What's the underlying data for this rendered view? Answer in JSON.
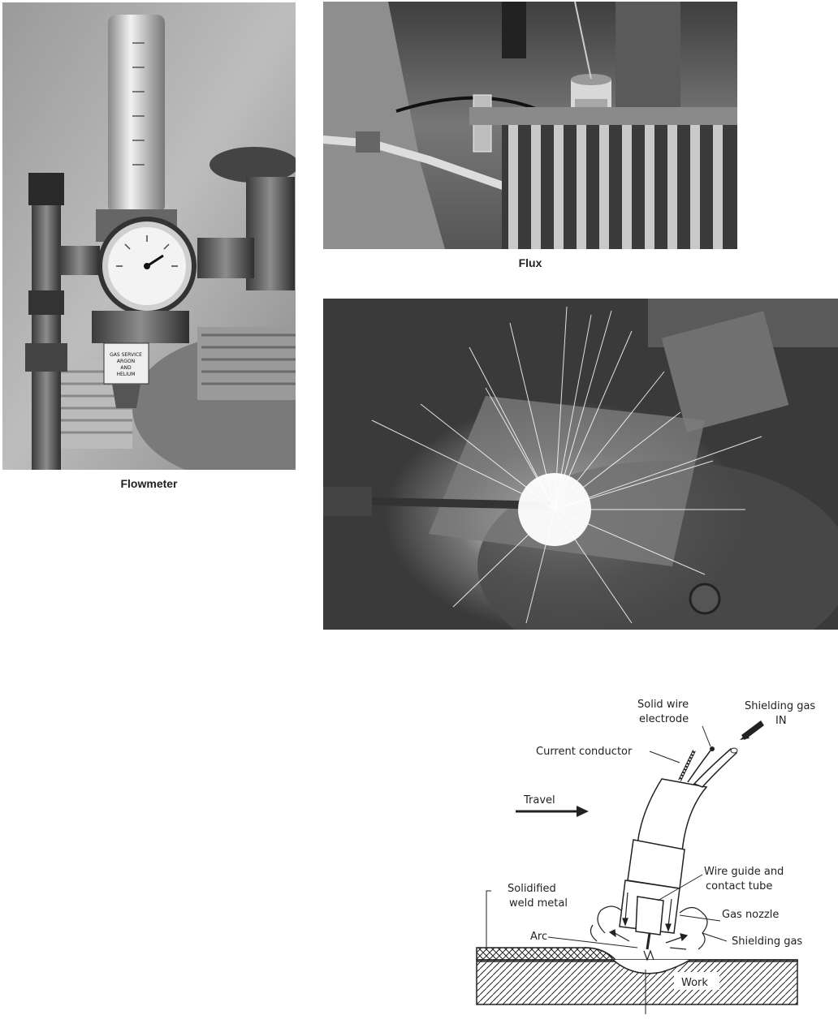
{
  "captions": {
    "flowmeter": "Flowmeter",
    "flux": "Flux"
  },
  "gauge_labels": {
    "tag_line1": "GAS SERVICE",
    "tag_line2": "ARGON",
    "tag_line3": "AND",
    "tag_line4": "HELIUM"
  },
  "diagram": {
    "solid_wire_line1": "Solid wire",
    "solid_wire_line2": "electrode",
    "shielding_gas_in_line1": "Shielding gas",
    "shielding_gas_in_line2": "IN",
    "current_conductor": "Current conductor",
    "travel": "Travel",
    "wire_guide_line1": "Wire guide and",
    "wire_guide_line2": "contact tube",
    "solidified_line1": "Solidified",
    "solidified_line2": "weld metal",
    "gas_nozzle": "Gas nozzle",
    "arc": "Arc",
    "shielding_gas": "Shielding gas",
    "work": "Work"
  }
}
